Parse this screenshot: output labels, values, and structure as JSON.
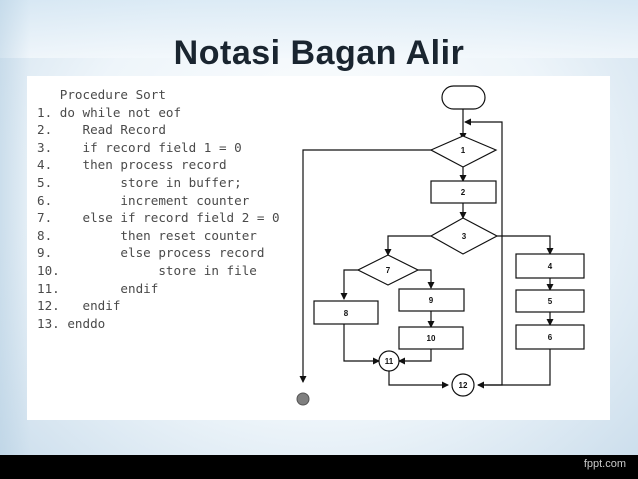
{
  "slide": {
    "title": "Notasi Bagan Alir",
    "brand": "fppt.com"
  },
  "code_lines": [
    "   Procedure Sort",
    "1. do while not eof",
    "2.    Read Record",
    "3.    if record field 1 = 0",
    "4.    then process record",
    "5.         store in buffer;",
    "6.         increment counter",
    "7.    else if record field 2 = 0",
    "8.         then reset counter",
    "9.         else process record",
    "10.             store in file",
    "11.        endif",
    "12.   endif",
    "13. enddo"
  ],
  "flowchart": {
    "nodes": [
      {
        "id": "1",
        "shape": "diamond"
      },
      {
        "id": "2",
        "shape": "process"
      },
      {
        "id": "3",
        "shape": "diamond"
      },
      {
        "id": "4",
        "shape": "process"
      },
      {
        "id": "5",
        "shape": "process"
      },
      {
        "id": "6",
        "shape": "process"
      },
      {
        "id": "7",
        "shape": "diamond"
      },
      {
        "id": "8",
        "shape": "process"
      },
      {
        "id": "9",
        "shape": "process"
      },
      {
        "id": "10",
        "shape": "process"
      },
      {
        "id": "11",
        "shape": "connector"
      },
      {
        "id": "12",
        "shape": "connector"
      }
    ],
    "start_shape": "terminator",
    "end_shape": "filled-circle",
    "line_color": "#111111",
    "end_fill": "#7f7f7f"
  }
}
